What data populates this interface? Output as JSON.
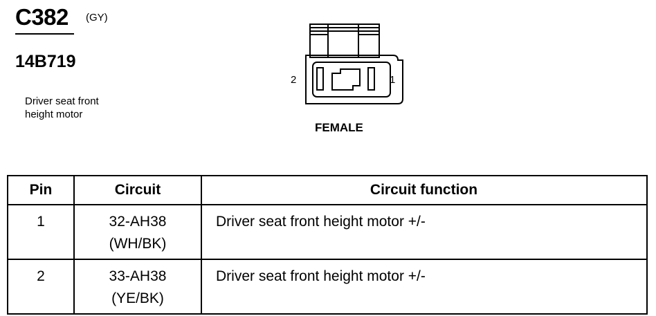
{
  "connector": {
    "id": "C382",
    "color": "(GY)",
    "part_number": "14B719",
    "description_lines": [
      "Driver seat front",
      "height motor"
    ],
    "gender": "FEMALE",
    "pin_labels": {
      "left": "2",
      "right": "1"
    }
  },
  "table": {
    "headers": [
      "Pin",
      "Circuit",
      "Circuit function"
    ],
    "rows": [
      {
        "pin": "1",
        "circuit": "32-AH38",
        "wire_color": "(WH/BK)",
        "function": "Driver seat front height motor +/-"
      },
      {
        "pin": "2",
        "circuit": "33-AH38",
        "wire_color": "(YE/BK)",
        "function": "Driver seat front height motor +/-"
      }
    ]
  }
}
